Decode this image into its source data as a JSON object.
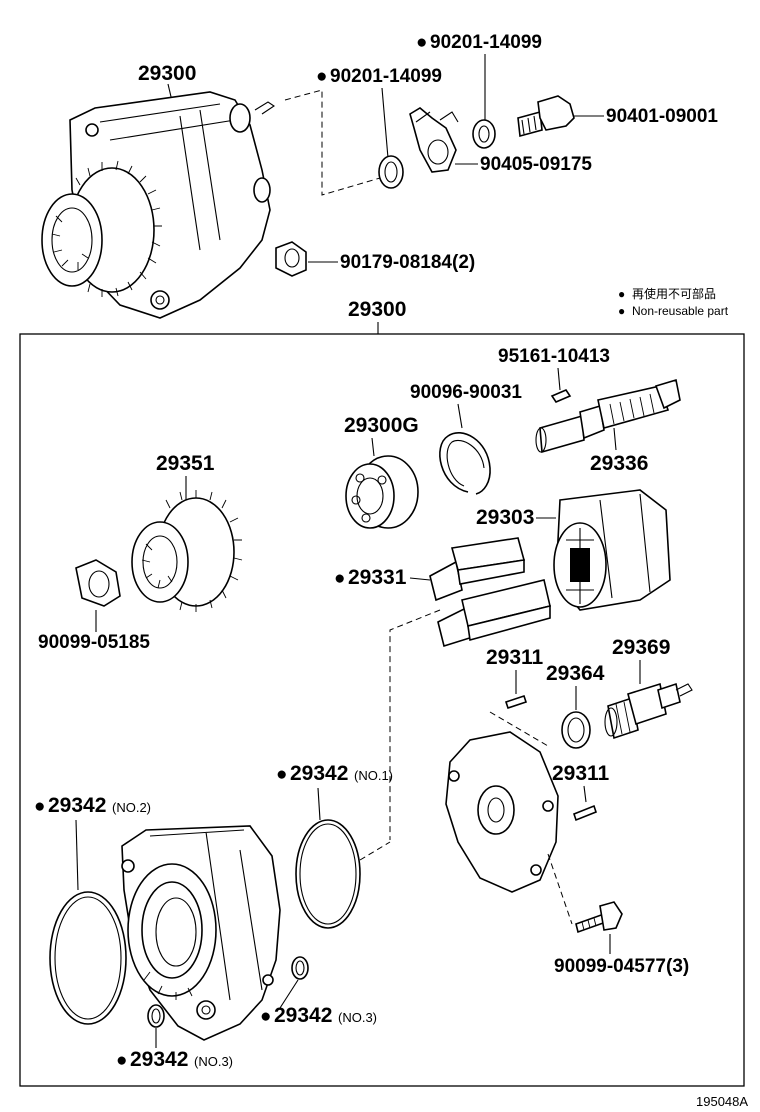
{
  "assembly": {
    "top_label": "29300",
    "box_label": "29300",
    "figure_code": "195048A"
  },
  "legend": {
    "line_jp": "再使用不可部品",
    "line_en": "Non-reusable part"
  },
  "parts_top": {
    "p_90201_a": "90201-14099",
    "p_90201_b": "90201-14099",
    "p_90401": "90401-09001",
    "p_90405": "90405-09175",
    "p_90179": "90179-08184(2)"
  },
  "parts_box": {
    "p_95161": "95161-10413",
    "p_90096": "90096-90031",
    "p_29300g": "29300G",
    "p_29336": "29336",
    "p_29351": "29351",
    "p_29303": "29303",
    "p_29331": "29331",
    "p_90099_05185": "90099-05185",
    "p_29311_a": "29311",
    "p_29364": "29364",
    "p_29369": "29369",
    "p_29342_no1": "29342",
    "p_29342_no1_tag": "(NO.1)",
    "p_29342_no2": "29342",
    "p_29342_no2_tag": "(NO.2)",
    "p_29311_b": "29311",
    "p_90099_04577": "90099-04577(3)",
    "p_29342_no3_a": "29342",
    "p_29342_no3_a_tag": "(NO.3)",
    "p_29342_no3_b": "29342",
    "p_29342_no3_b_tag": "(NO.3)"
  },
  "icons": {
    "non_reusable_marker": "filled-circle-icon"
  }
}
